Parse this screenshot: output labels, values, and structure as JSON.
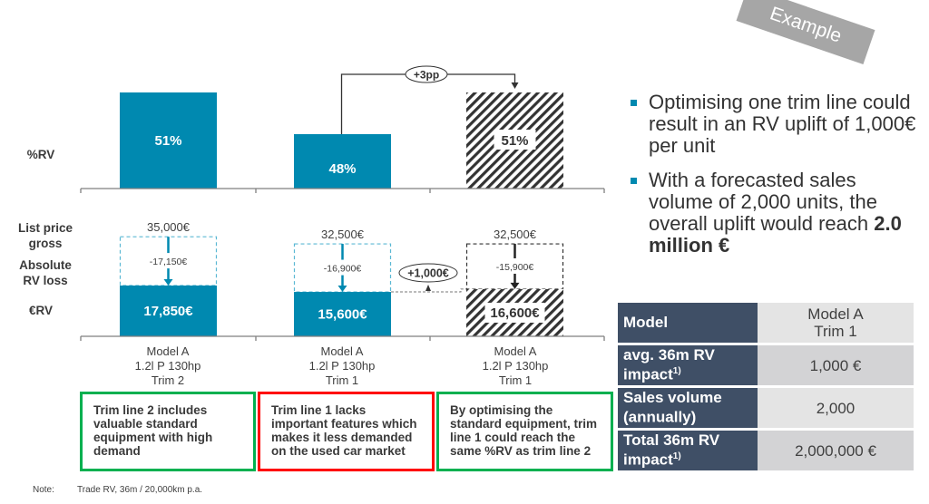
{
  "stamp": "Example",
  "row_labels": {
    "pct_rv": "%RV",
    "list_price": [
      "List price",
      "gross"
    ],
    "abs_loss": [
      "Absolute",
      "RV loss"
    ],
    "eur_rv": "€RV"
  },
  "colors": {
    "bar": "#0089b0",
    "axis": "#7f7f7f",
    "text": "#333333",
    "green_border": "#00b050",
    "red_border": "#ff0000",
    "table_header": "#3f4f66"
  },
  "chart_data": [
    {
      "type": "bar",
      "title": "%RV",
      "categories": [
        "Model A 1.2l P 130hp Trim 2",
        "Model A 1.2l P 130hp Trim 1",
        "Model A 1.2l P 130hp Trim 1 (optimised)"
      ],
      "values": [
        51,
        48,
        51
      ],
      "value_labels": [
        "51%",
        "48%",
        "51%"
      ],
      "styles": [
        "solid",
        "solid",
        "hatched"
      ],
      "ylim": [
        0,
        51
      ],
      "annotation": {
        "label": "+3pp",
        "from": 1,
        "to": 2
      }
    },
    {
      "type": "bar",
      "title": "€RV",
      "categories": [
        "Model A 1.2l P 130hp Trim 2",
        "Model A 1.2l P 130hp Trim 1",
        "Model A 1.2l P 130hp Trim 1 (optimised)"
      ],
      "list_price": [
        35000,
        32500,
        32500
      ],
      "list_price_labels": [
        "35,000€",
        "32,500€",
        "32,500€"
      ],
      "rv_loss": [
        -17150,
        -16900,
        -15900
      ],
      "rv_loss_labels": [
        "-17,150€",
        "-16,900€",
        "-15,900€"
      ],
      "values": [
        17850,
        15600,
        16600
      ],
      "value_labels": [
        "17,850€",
        "15,600€",
        "16,600€"
      ],
      "styles": [
        "solid",
        "solid",
        "hatched"
      ],
      "annotation": {
        "label": "+1,000€",
        "from": 1,
        "to": 2
      }
    }
  ],
  "categories": [
    {
      "lines": [
        "Model A",
        "1.2l P 130hp",
        "Trim 2"
      ]
    },
    {
      "lines": [
        "Model A",
        "1.2l P 130hp",
        "Trim 1"
      ]
    },
    {
      "lines": [
        "Model A",
        "1.2l P 130hp",
        "Trim 1"
      ]
    }
  ],
  "notes": [
    {
      "text": "Trim line 2 includes valuable standard equipment with high demand",
      "status": "good"
    },
    {
      "text": "Trim line 1 lacks important features which makes it less demanded on the used car market",
      "status": "bad"
    },
    {
      "text": "By optimising the standard equipment, trim line 1 could reach the same %RV as trim line 2",
      "status": "good"
    }
  ],
  "bullets": [
    {
      "text": "Optimising one trim line could result in an RV uplift of 1,000€ per unit",
      "bold": ""
    },
    {
      "text": "With a forecasted sales volume of 2,000 units, the overall uplift would reach ",
      "bold": "2.0 million €"
    }
  ],
  "table": {
    "header": {
      "label": "Model",
      "value": [
        "Model A",
        "Trim 1"
      ]
    },
    "rows": [
      {
        "label": "avg. 36m RV impact",
        "sup": "1)",
        "value": "1,000 €"
      },
      {
        "label": "Sales volume (annually)",
        "sup": "",
        "value": "2,000"
      },
      {
        "label": "Total 36m RV impact",
        "sup": "1)",
        "value": "2,000,000 €"
      }
    ]
  },
  "footnote": {
    "label": "Note:",
    "text": "Trade RV, 36m / 20,000km p.a."
  }
}
